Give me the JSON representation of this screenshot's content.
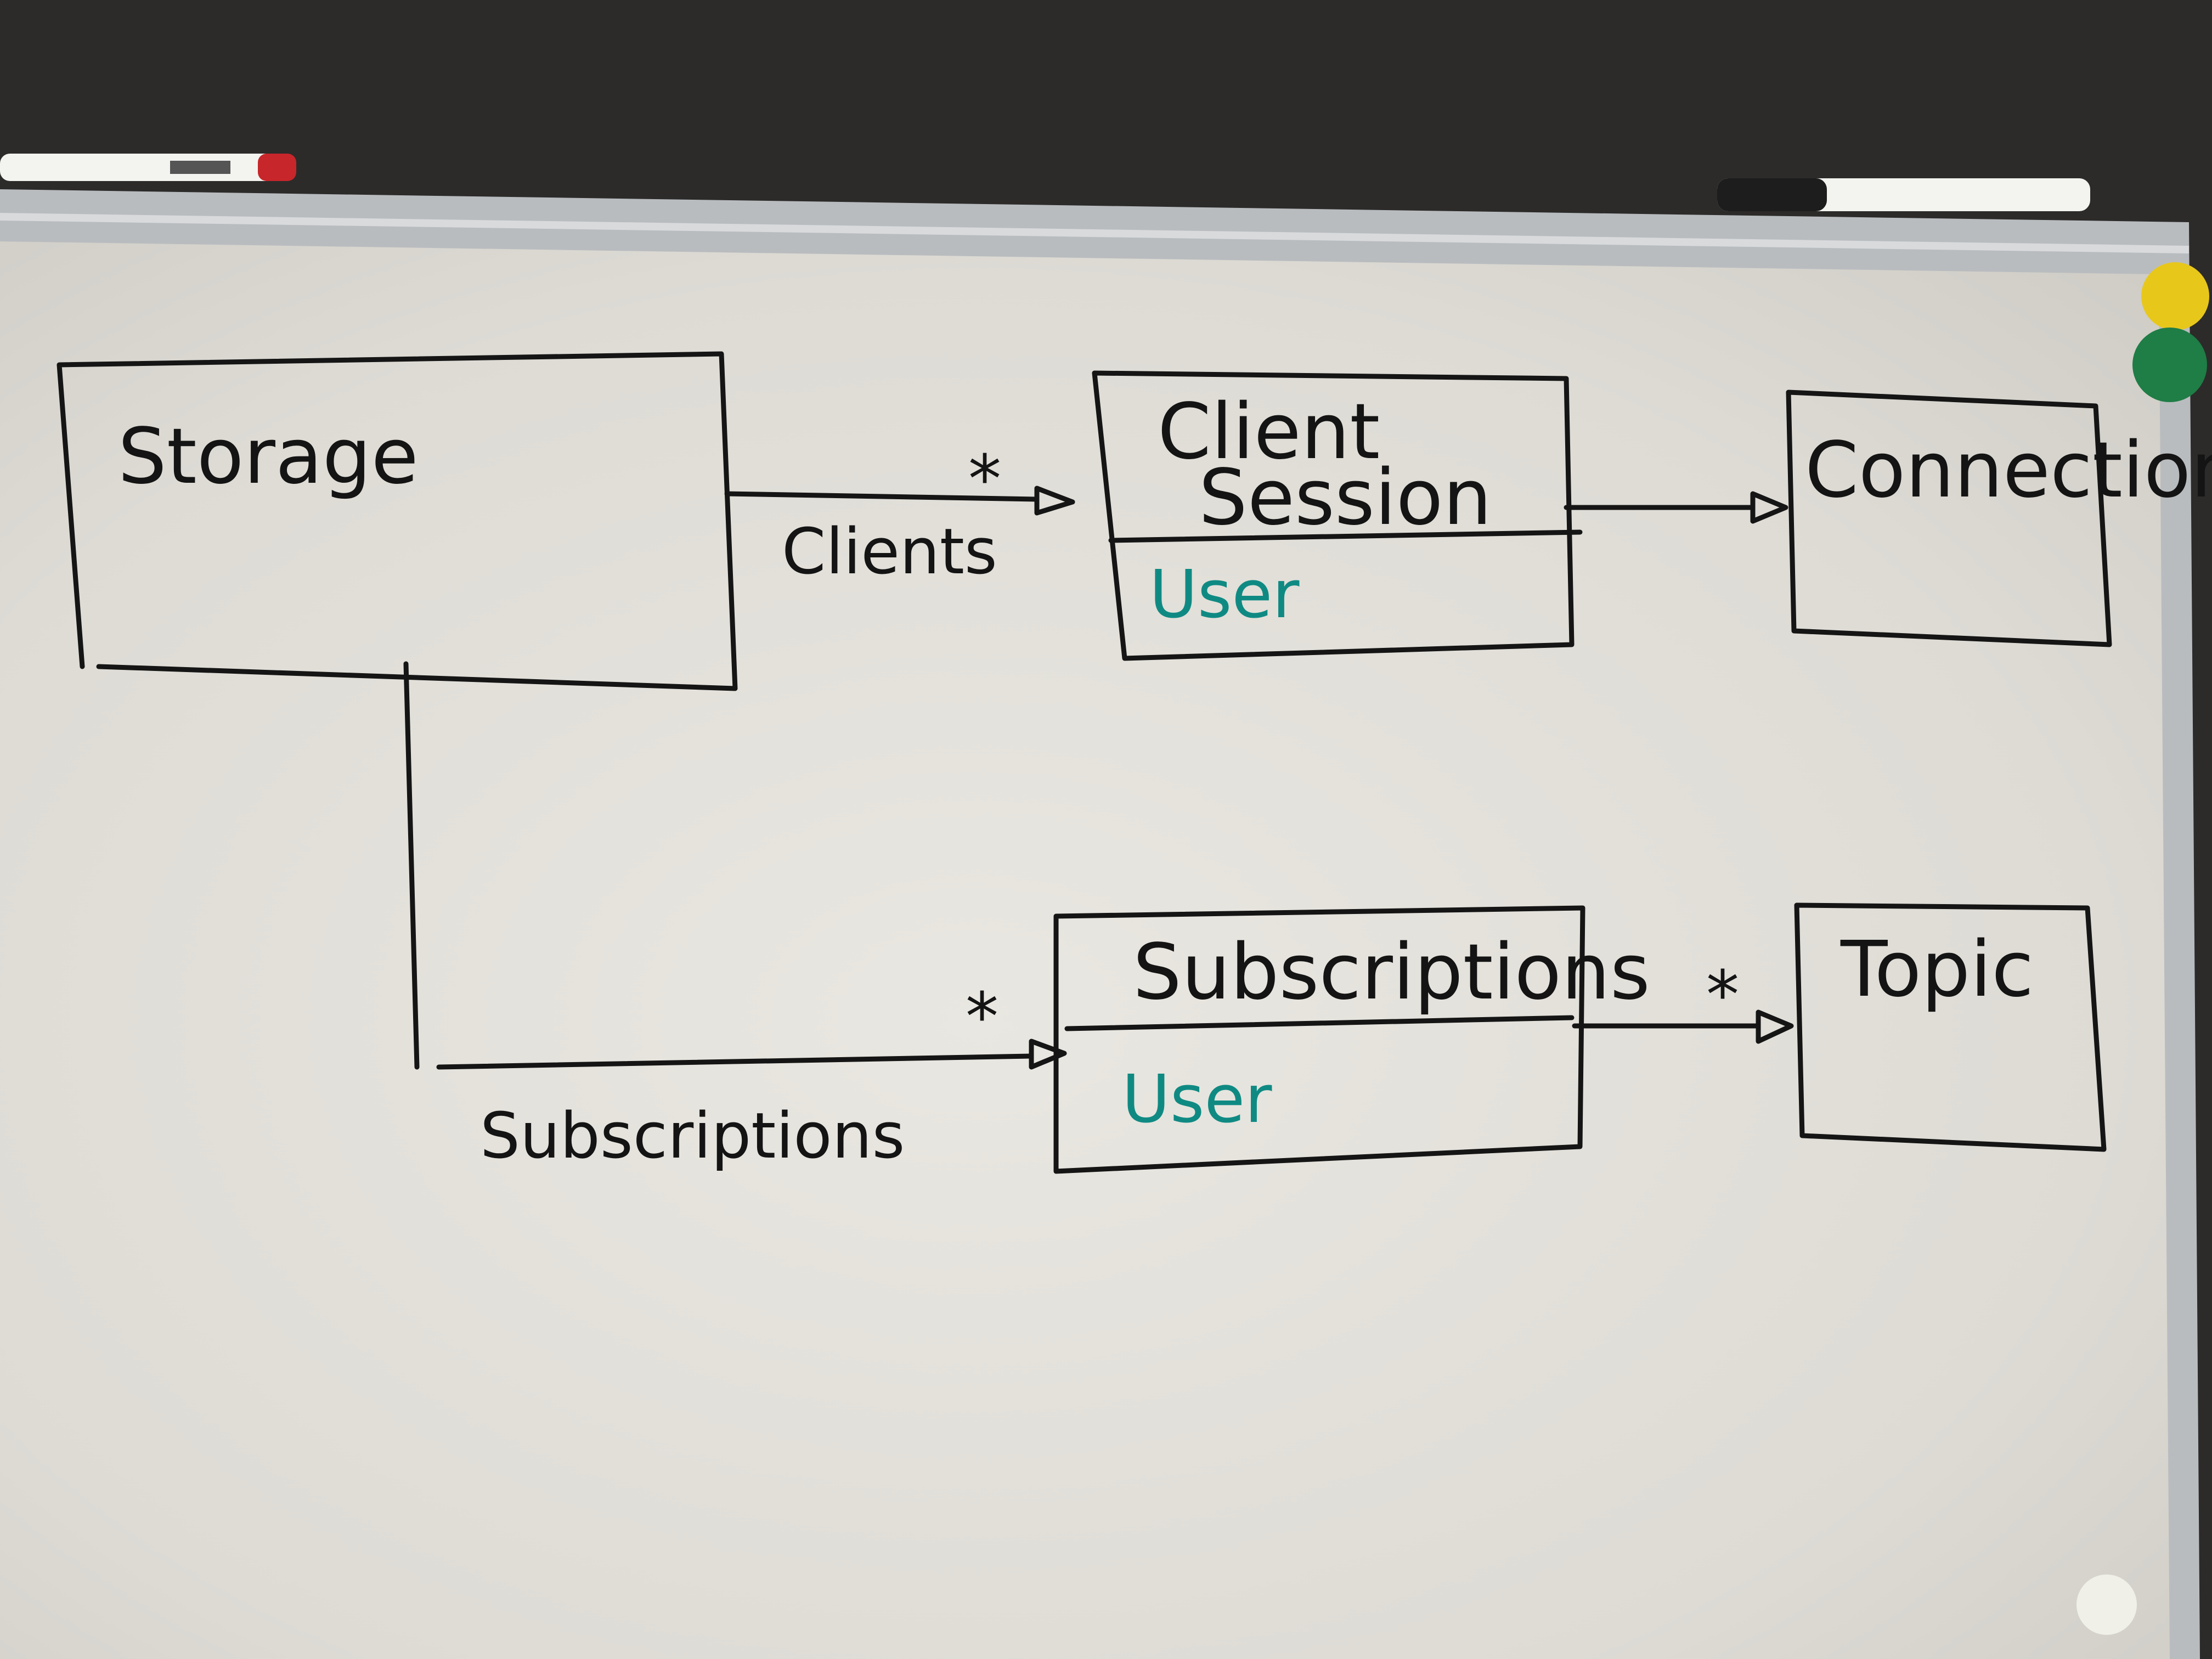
{
  "diagram": {
    "classes": {
      "storage": {
        "name": "Storage"
      },
      "client_session": {
        "name_line1": "Client",
        "name_line2": "Session",
        "attribute": "User"
      },
      "connection": {
        "name": "Connection"
      },
      "subscriptions": {
        "name": "Subscriptions",
        "attribute": "User"
      },
      "topic": {
        "name": "Topic"
      }
    },
    "associations": {
      "storage_to_client_session": {
        "label": "Clients",
        "multiplicity": "*"
      },
      "client_session_to_connection": {},
      "storage_to_subscriptions": {
        "label": "Subscriptions",
        "multiplicity": "*"
      },
      "subscriptions_to_topic": {
        "multiplicity": "*"
      }
    }
  },
  "colors": {
    "wall": "#2c2b2a",
    "board": "#e4e2dc",
    "frame": "#b9bcbf",
    "ink_black": "#151515",
    "ink_teal": "#0f8a83",
    "magnet_yellow": "#e8c71b",
    "magnet_green": "#1f7d46",
    "marker_red": "#c7262a"
  }
}
